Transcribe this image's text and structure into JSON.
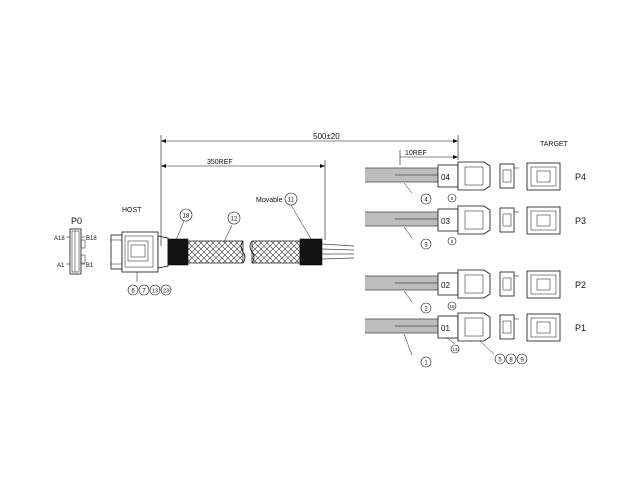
{
  "labels": {
    "p0": "P0",
    "a18": "A18",
    "b18": "B18",
    "a1": "A1",
    "b1": "B1",
    "host": "HOST",
    "target": "TARGET",
    "movable": "Movable"
  },
  "dimensions": {
    "overall": "500±20",
    "host_ref": "350REF",
    "breakout_ref": "10REF"
  },
  "balloons": {
    "b6": "6",
    "b7": "7",
    "b13": "13",
    "b23": "23",
    "b18": "18",
    "b12": "12",
    "b11": "11",
    "b4": "4",
    "b3": "3",
    "b2": "2",
    "b1": "1",
    "b5": "5",
    "b8": "8",
    "b9": "9",
    "b4s": "5",
    "b3s": "5",
    "b2s": "15",
    "b1s": "13"
  },
  "ports": [
    {
      "tag": "04",
      "name": "P4"
    },
    {
      "tag": "03",
      "name": "P3"
    },
    {
      "tag": "02",
      "name": "P2"
    },
    {
      "tag": "01",
      "name": "P1"
    }
  ]
}
